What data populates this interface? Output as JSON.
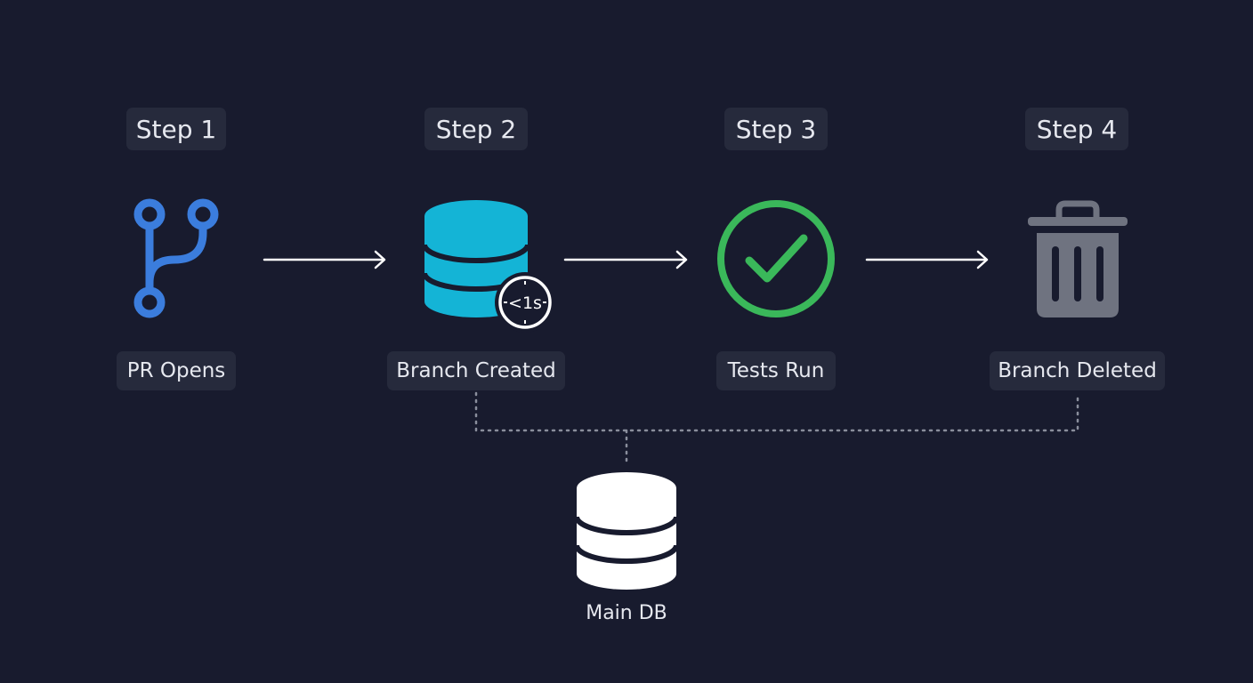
{
  "steps": [
    {
      "step_label": "Step 1",
      "caption": "PR Opens",
      "icon": "git-branch-icon"
    },
    {
      "step_label": "Step 2",
      "caption": "Branch Created",
      "icon": "database-icon",
      "badge": "<1s",
      "badge_icon": "stopwatch-icon"
    },
    {
      "step_label": "Step 3",
      "caption": "Tests Run",
      "icon": "checkmark-circle-icon"
    },
    {
      "step_label": "Step 4",
      "caption": "Branch Deleted",
      "icon": "trash-icon"
    }
  ],
  "main_db": {
    "label": "Main DB",
    "icon": "database-icon"
  },
  "colors": {
    "background": "#181b2e",
    "pill": "#262a3c",
    "text": "#e6e8ef",
    "git_blue": "#3b7ddd",
    "db_cyan": "#14b4d6",
    "check_green": "#3ab85a",
    "trash_gray": "#6f7380",
    "main_db_white": "#ffffff",
    "connector_dots": "#8a8e9c"
  }
}
